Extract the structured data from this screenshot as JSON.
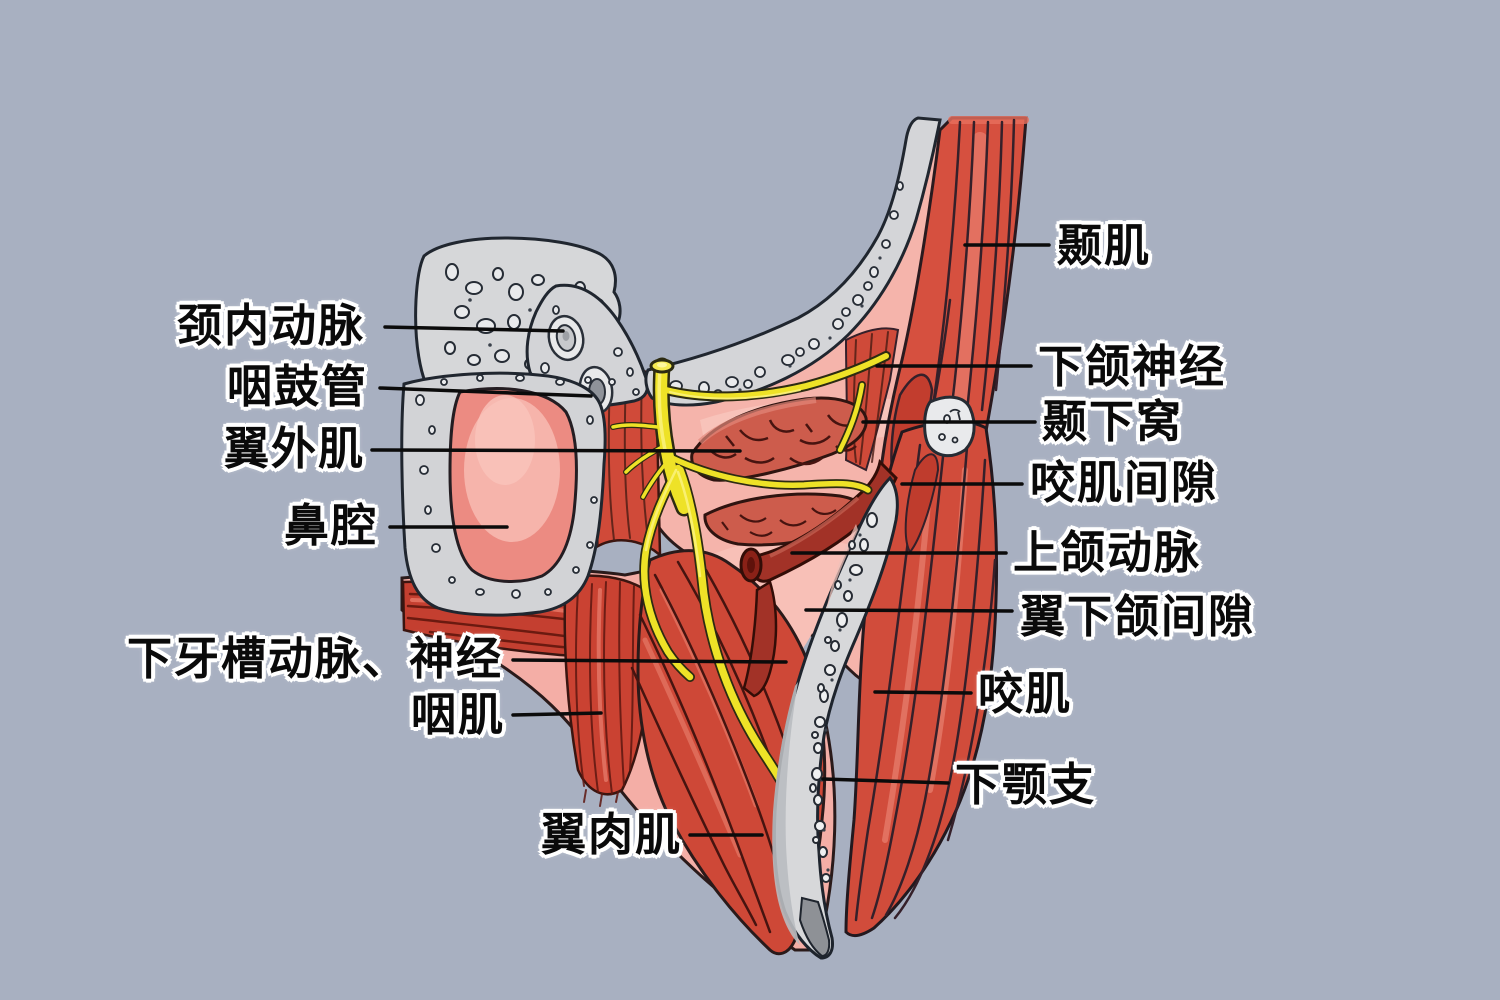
{
  "page": {
    "background_color": "#a8b0c1"
  },
  "colors": {
    "background": "#a8b0c1",
    "muscle_red": "#d14c3b",
    "muscle_dark_fiber": "#4a1c14",
    "bone_gray": "#d6d7d9",
    "tissue_pink": "#f4aea6",
    "nerve_yellow": "#eee227",
    "artery_dark_red": "#a23227",
    "outline_dark": "#20262f",
    "label_text": "#0a0a0a",
    "label_halo": "#ffffff",
    "leader_line": "#0b0b0b"
  },
  "labels": {
    "left": [
      {
        "text": "颈内动脉"
      },
      {
        "text": "咽鼓管"
      },
      {
        "text": "翼外肌"
      },
      {
        "text": "鼻腔"
      },
      {
        "text": "下牙槽动脉、神经"
      },
      {
        "text": "咽肌"
      },
      {
        "text": "翼肉肌"
      }
    ],
    "right": [
      {
        "text": "颞肌"
      },
      {
        "text": "下颌神经"
      },
      {
        "text": "颞下窝"
      },
      {
        "text": "咬肌间隙"
      },
      {
        "text": "上颌动脉"
      },
      {
        "text": "翼下颌间隙"
      },
      {
        "text": "咬肌"
      },
      {
        "text": "下颚支"
      }
    ]
  }
}
